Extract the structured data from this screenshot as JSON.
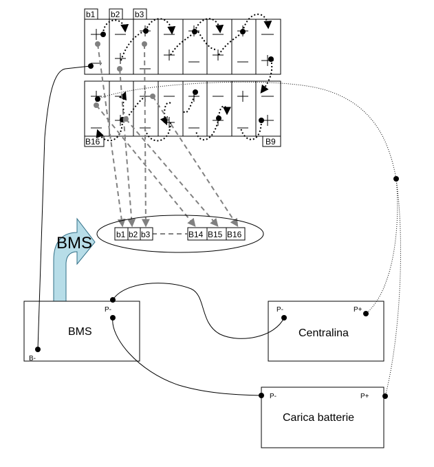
{
  "top_row_labels": {
    "c1": "b1",
    "c2": "b2",
    "c3": "b3"
  },
  "bottom_row_labels": {
    "left": "B16",
    "right": "B9"
  },
  "connector_labels": [
    "b1",
    "b2",
    "b3",
    "B14",
    "B15",
    "B16"
  ],
  "bms_arrow_label": "BMS",
  "bms_box": {
    "title": "BMS",
    "p_minus_label": "P-",
    "b_minus_label": "B-"
  },
  "centralina_box": {
    "title": "Centralina",
    "p_minus_label": "P-",
    "p_plus_label": "P+"
  },
  "charger_box": {
    "title": "Carica batterie",
    "p_minus_label": "P-",
    "p_plus_label": "P+"
  },
  "colors": {
    "arrow_fill": "#b7dde8",
    "dashed": "#808080",
    "line": "#000000"
  }
}
